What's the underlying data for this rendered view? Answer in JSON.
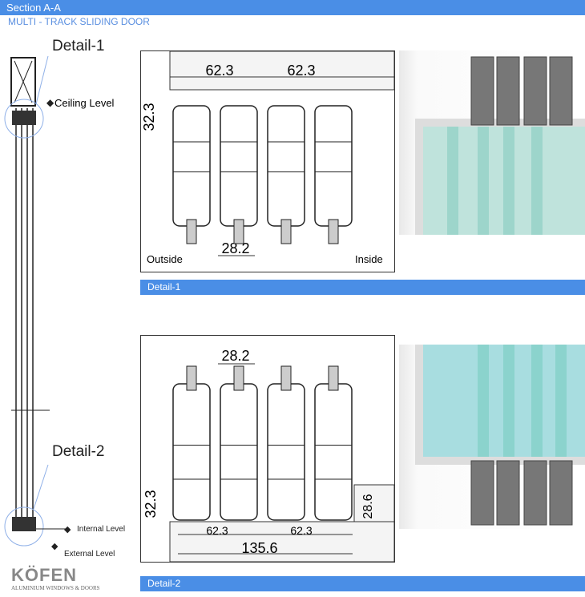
{
  "header": {
    "title": "Section A-A",
    "subtitle": "MULTI - TRACK SLIDING DOOR"
  },
  "elevation": {
    "detail1_label": "Detail-1",
    "detail2_label": "Detail-2",
    "ceiling_level": "Ceiling Level",
    "internal_level": "Internal Level",
    "external_level": "External Level"
  },
  "detail1": {
    "dims": {
      "width_left": "62.3",
      "width_right": "62.3",
      "height": "32.3",
      "gap": "28.2"
    },
    "outside": "Outside",
    "inside": "Inside",
    "caption": "Detail-1"
  },
  "detail2": {
    "dims": {
      "gap": "28.2",
      "height": "32.3",
      "step": "28.6",
      "width_left": "62.3",
      "width_right": "62.3",
      "total": "135.6"
    },
    "caption": "Detail-2"
  },
  "logo": {
    "brand": "KÖFEN",
    "tagline": "ALUMINIUM WINDOWS & DOORS"
  },
  "colors": {
    "accent": "#4a8ee6",
    "logo_red": "#d0202a"
  }
}
